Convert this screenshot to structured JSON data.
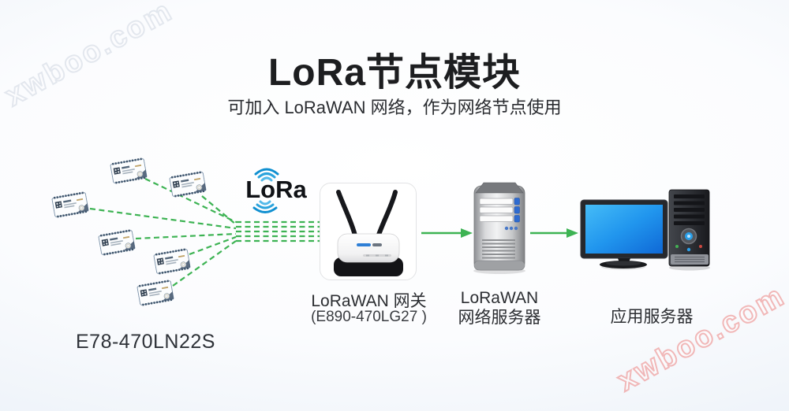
{
  "header": {
    "title": "LoRa节点模块",
    "subtitle": "可加入 LoRaWAN 网络，作为网络节点使用"
  },
  "nodes": {
    "label": "E78-470LN22S",
    "count": "6"
  },
  "lora_logo": {
    "text": "LoRa"
  },
  "gateway": {
    "name": "LoRaWAN 网关",
    "model": "(E890-470LG27 )"
  },
  "network_server": {
    "line1": "LoRaWAN",
    "line2": "网络服务器"
  },
  "app_server": {
    "label": "应用服务器"
  },
  "watermark": {
    "text": "xwboo.com"
  },
  "colors": {
    "green": "#3db353",
    "lora_blue": "#1b9ad8",
    "title_text": "#1d1e20",
    "label_text": "#2b2d31",
    "watermark_pink": "#f0a8a8",
    "watermark_gray": "#c3ccd9"
  }
}
